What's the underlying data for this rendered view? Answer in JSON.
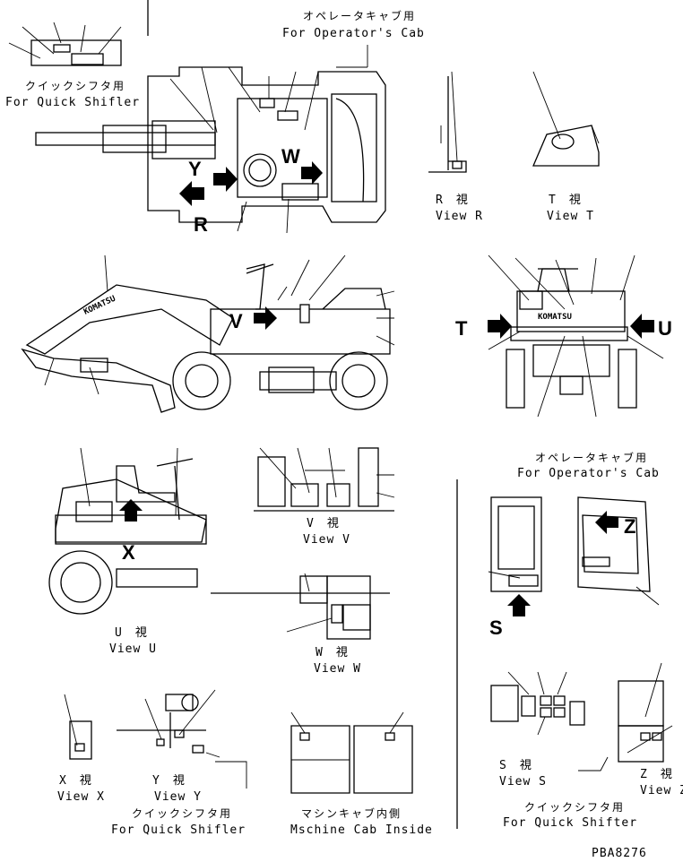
{
  "captions": {
    "operator_cab_top_jp": "オペレータキャブ用",
    "operator_cab_top_en": "For Operator's Cab",
    "quick_shifter_top_jp": "クイックシフタ用",
    "quick_shifter_top_en": "For Quick Shifler",
    "operator_cab_right_jp": "オペレータキャブ用",
    "operator_cab_right_en": "For Operator's Cab",
    "quick_shifter_bottom_jp": "クイックシフタ用",
    "quick_shifter_bottom_en": "For Quick Shifler",
    "machine_cab_inside_jp": "マシンキャブ内側",
    "machine_cab_inside_en": "Mschine Cab Inside",
    "quick_shifter_right_jp": "クイックシフタ用",
    "quick_shifter_right_en": "For Quick Shifter"
  },
  "views": {
    "r_jp": "R　視",
    "r_en": "View R",
    "t_jp": "T　視",
    "t_en": "View T",
    "u_jp": "U　視",
    "u_en": "View U",
    "v_jp": "V　視",
    "v_en": "View V",
    "w_jp": "W　視",
    "w_en": "View W",
    "x_jp": "X　視",
    "x_en": "View X",
    "y_jp": "Y　視",
    "y_en": "View Y",
    "s_jp": "S　視",
    "s_en": "View S",
    "z_jp": "Z　視",
    "z_en": "View Z"
  },
  "arrow_letters": {
    "y": "Y",
    "w": "W",
    "r": "R",
    "v": "V",
    "t": "T",
    "u": "U",
    "x": "X",
    "s": "S",
    "z": "Z"
  },
  "decal_text": {
    "boom_logo": "KOMATSU",
    "counterweight_logo": "KOMATSU"
  },
  "part_number": "PBA8276"
}
